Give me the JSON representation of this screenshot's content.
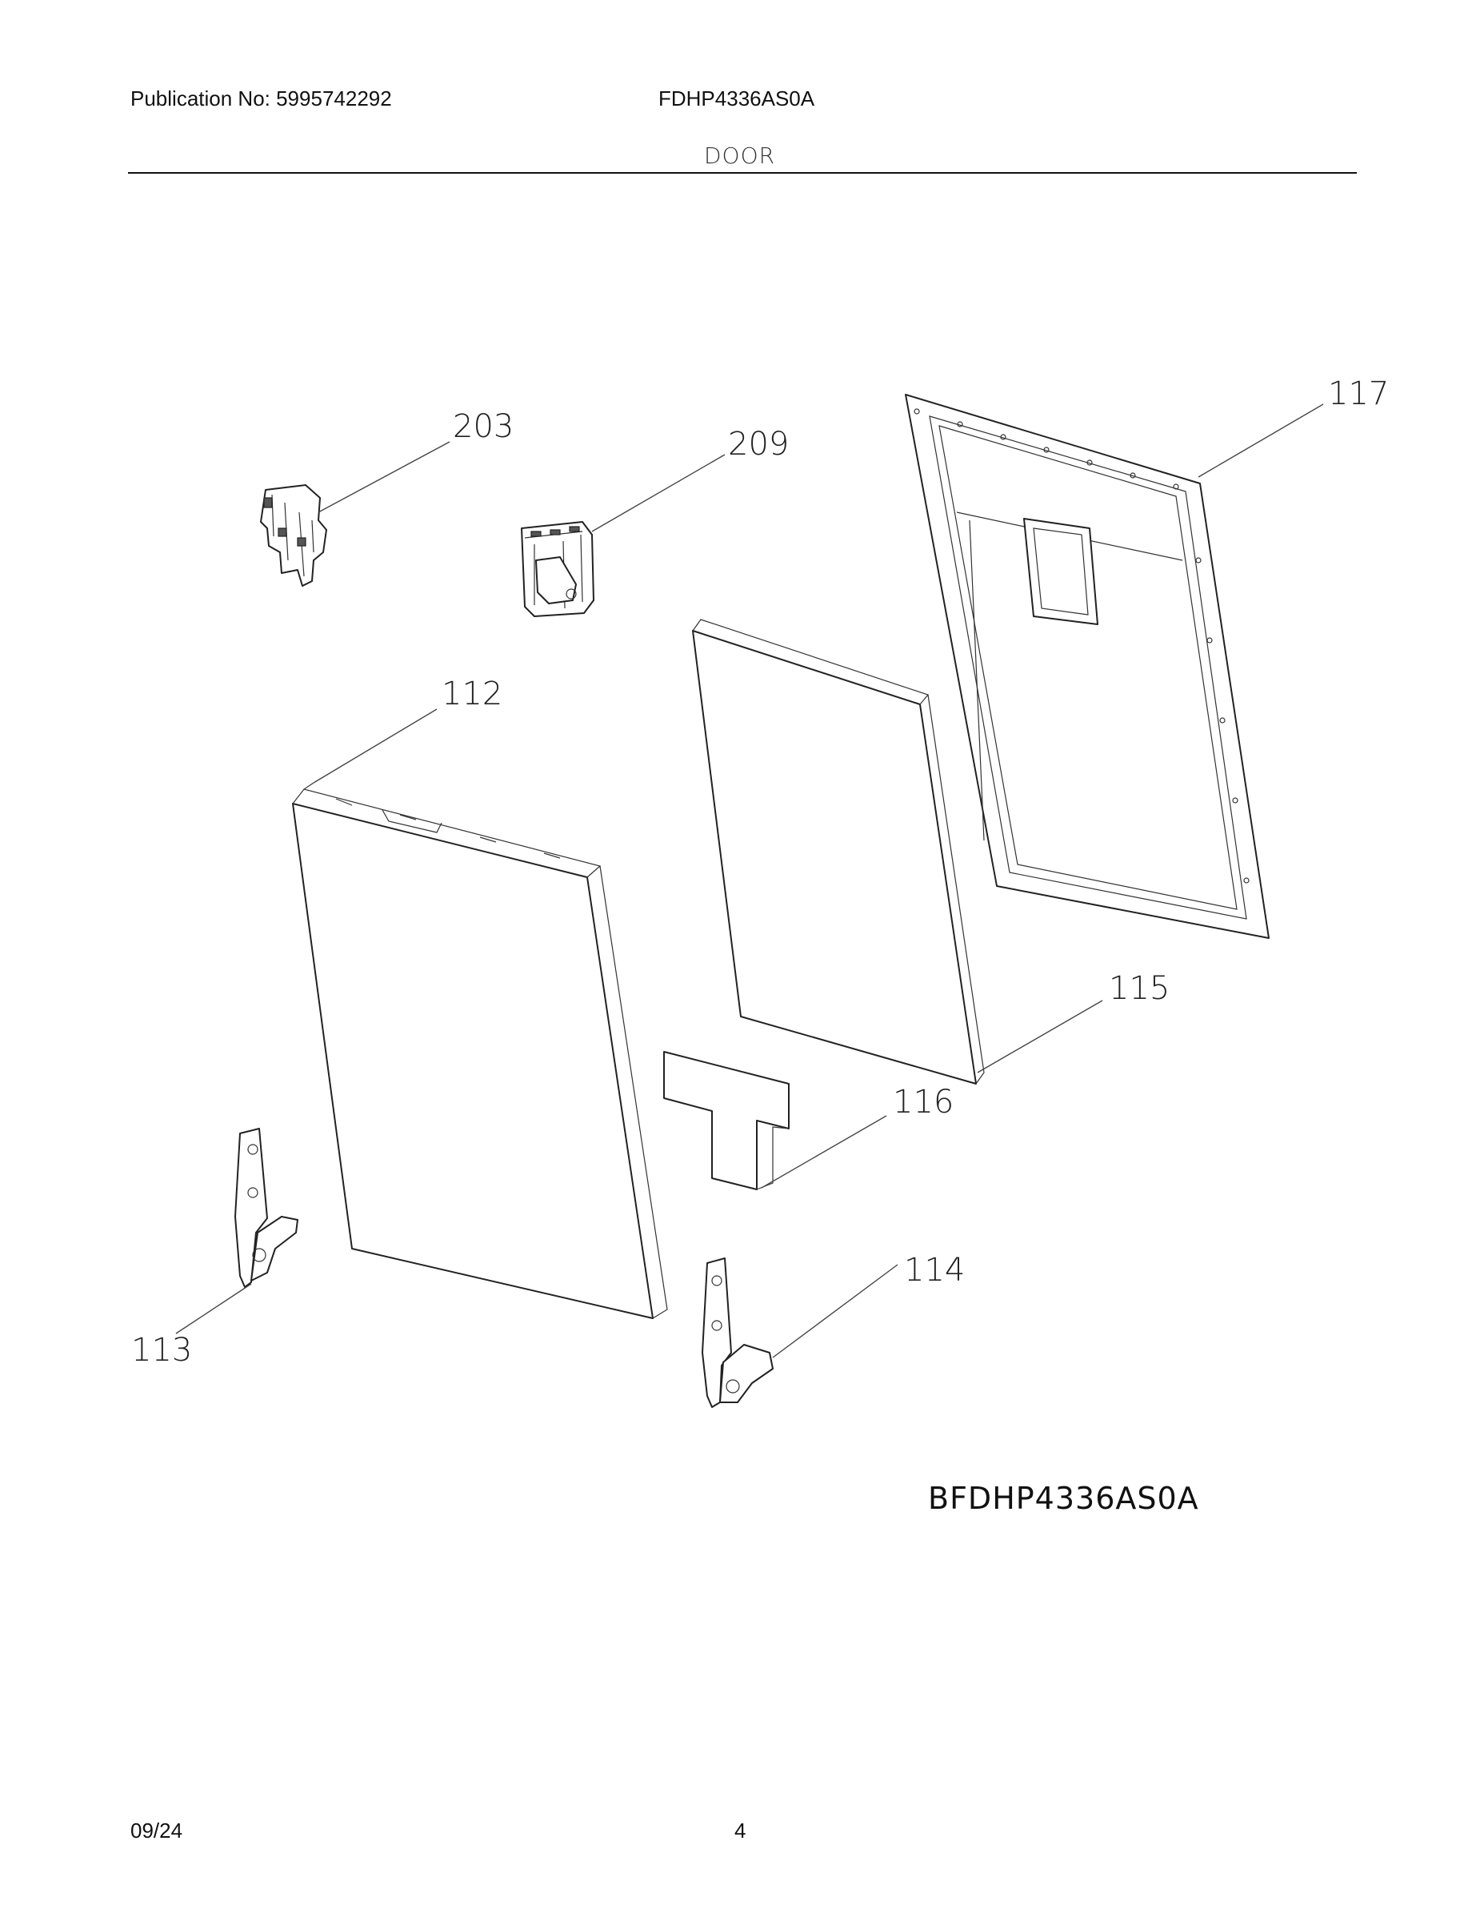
{
  "header": {
    "publication": "Publication No: 5995742292",
    "model": "FDHP4336AS0A",
    "section": "DOOR"
  },
  "callouts": {
    "c203": "203",
    "c209": "209",
    "c117": "117",
    "c112": "112",
    "c115": "115",
    "c116": "116",
    "c113": "113",
    "c114": "114"
  },
  "drawing_id": "BFDHP4336AS0A",
  "footer": {
    "date": "09/24",
    "page": "4"
  }
}
